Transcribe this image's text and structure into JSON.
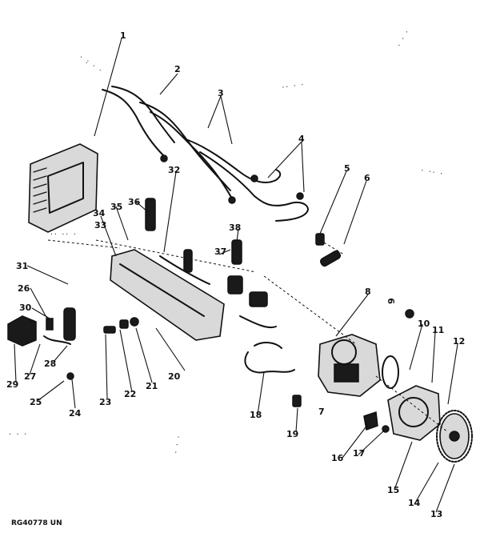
{
  "callouts": [
    {
      "key": "c1",
      "label": "1"
    },
    {
      "key": "c2",
      "label": "2"
    },
    {
      "key": "c3",
      "label": "3"
    },
    {
      "key": "c4",
      "label": "4"
    },
    {
      "key": "c5",
      "label": "5"
    },
    {
      "key": "c6",
      "label": "6"
    },
    {
      "key": "c7",
      "label": "7"
    },
    {
      "key": "c8",
      "label": "8"
    },
    {
      "key": "c9",
      "label": "9"
    },
    {
      "key": "c10",
      "label": "10"
    },
    {
      "key": "c11",
      "label": "11"
    },
    {
      "key": "c12",
      "label": "12"
    },
    {
      "key": "c13",
      "label": "13"
    },
    {
      "key": "c14",
      "label": "14"
    },
    {
      "key": "c15",
      "label": "15"
    },
    {
      "key": "c16",
      "label": "16"
    },
    {
      "key": "c17",
      "label": "17"
    },
    {
      "key": "c18",
      "label": "18"
    },
    {
      "key": "c19",
      "label": "19"
    },
    {
      "key": "c20",
      "label": "20"
    },
    {
      "key": "c21",
      "label": "21"
    },
    {
      "key": "c22",
      "label": "22"
    },
    {
      "key": "c23",
      "label": "23"
    },
    {
      "key": "c24",
      "label": "24"
    },
    {
      "key": "c25",
      "label": "25"
    },
    {
      "key": "c26",
      "label": "26"
    },
    {
      "key": "c27",
      "label": "27"
    },
    {
      "key": "c28",
      "label": "28"
    },
    {
      "key": "c29",
      "label": "29"
    },
    {
      "key": "c30",
      "label": "30"
    },
    {
      "key": "c31",
      "label": "31"
    },
    {
      "key": "c32",
      "label": "32"
    },
    {
      "key": "c33",
      "label": "33"
    },
    {
      "key": "c34",
      "label": "34"
    },
    {
      "key": "c35",
      "label": "35"
    },
    {
      "key": "c36",
      "label": "36"
    },
    {
      "key": "c37",
      "label": "37"
    },
    {
      "key": "c38",
      "label": "38"
    }
  ],
  "reference_code": "RG40778 UN"
}
